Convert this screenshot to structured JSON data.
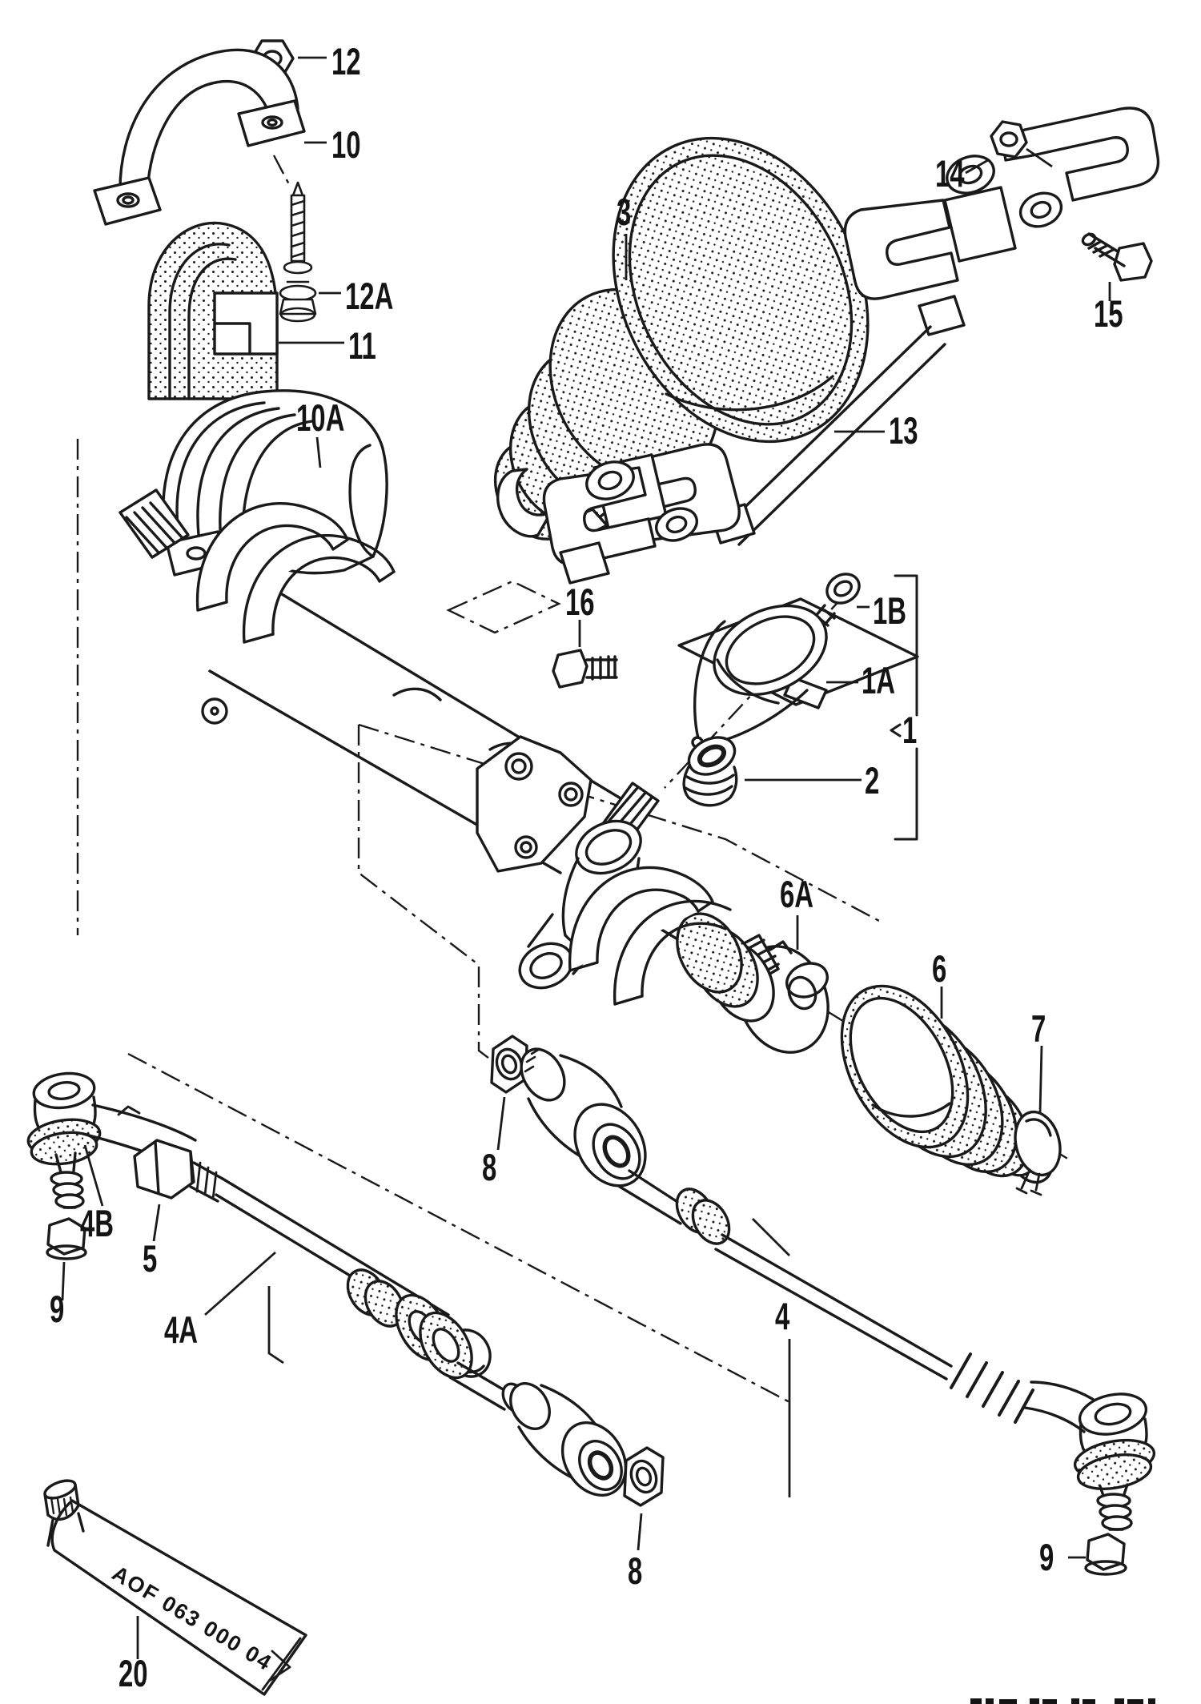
{
  "figure": {
    "type": "exploded-parts-diagram",
    "colors": {
      "ink": "#1a1a1a",
      "paper": "#ffffff"
    },
    "callouts": {
      "c12": "12",
      "c10": "10",
      "c12a": "12A",
      "c11": "11",
      "c10a": "10A",
      "c3": "3",
      "c14": "14",
      "c15": "15",
      "c13": "13",
      "c16": "16",
      "c1b": "1B",
      "c1a": "1A",
      "c1": "1",
      "c2": "2",
      "c6a": "6A",
      "c6": "6",
      "c7": "7",
      "c8a": "8",
      "c8b": "8",
      "c4b": "4B",
      "c5": "5",
      "c9a": "9",
      "c9b": "9",
      "c4a": "4A",
      "c4": "4",
      "c20": "20"
    },
    "tube_text": "AOF 063 000 04"
  }
}
